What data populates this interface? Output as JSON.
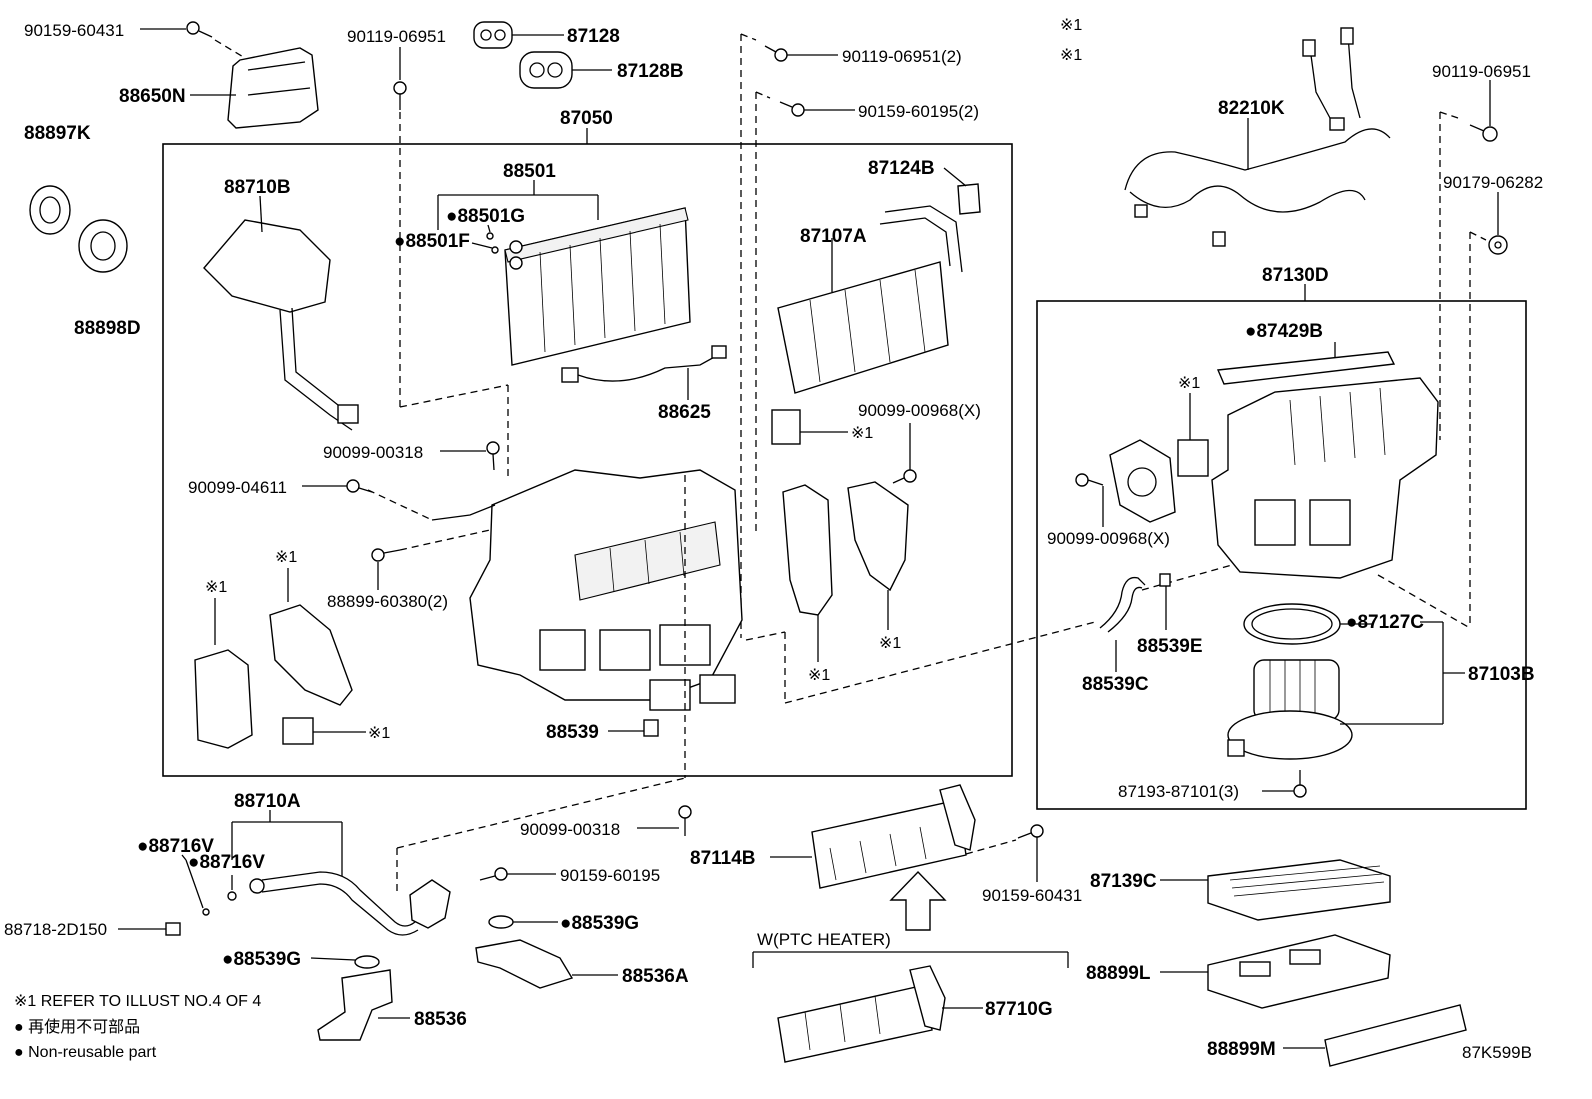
{
  "labels": {
    "p90159_60431_top": "90159-60431",
    "p90119_06951_top": "90119-06951",
    "p87128": "87128",
    "p87128B": "87128B",
    "p90119_06951_2": "90119-06951(2)",
    "p90159_60195_2": "90159-60195(2)",
    "p88650N": "88650N",
    "p88897K": "88897K",
    "p88898D": "88898D",
    "p87050": "87050",
    "p88710B": "88710B",
    "p88501": "88501",
    "p88501G": "●88501G",
    "p88501F": "●88501F",
    "p87124B": "87124B",
    "p87107A": "87107A",
    "p88625": "88625",
    "p90099_00318_a": "90099-00318",
    "p90099_04611": "90099-04611",
    "p88899_60380": "88899-60380(2)",
    "p90099_00968_x1": "90099-00968(X)",
    "p88539": "88539",
    "p82210K": "82210K",
    "p90119_06951_right": "90119-06951",
    "p90179_06282": "90179-06282",
    "p87130D": "87130D",
    "p87429B": "●87429B",
    "p90099_00968_x2": "90099-00968(X)",
    "p88539E": "88539E",
    "p88539C": "88539C",
    "p87127C": "●87127C",
    "p87103B": "87103B",
    "p87193_87101": "87193-87101(3)",
    "p88710A": "88710A",
    "p88716V_a": "●88716V",
    "p88716V_b": "●88716V",
    "p88718_2D150": "88718-2D150",
    "p90099_00318_b": "90099-00318",
    "p90159_60195": "90159-60195",
    "p88539G_a": "●88539G",
    "p88539G_b": "●88539G",
    "p88536A": "88536A",
    "p88536": "88536",
    "p87114B": "87114B",
    "p90159_60431_bottom": "90159-60431",
    "p87139C": "87139C",
    "p88899L": "88899L",
    "p88899M": "88899M",
    "p87710G": "87710G",
    "ptc_heater": "W(PTC HEATER)",
    "ref_1": "※1",
    "ref_2": "※1",
    "ref_3": "※1",
    "ref_4": "※1",
    "ref_5": "※1",
    "ref_6": "※1",
    "ref_7": "※1",
    "ref_8": "※1",
    "ref_9": "※1"
  },
  "legend": {
    "refer_note": "※1 REFER TO ILLUST NO.4 OF 4",
    "jp_note": "● 再使用不可部品",
    "en_note": "● Non-reusable part"
  },
  "illustration_code": "87K599B"
}
